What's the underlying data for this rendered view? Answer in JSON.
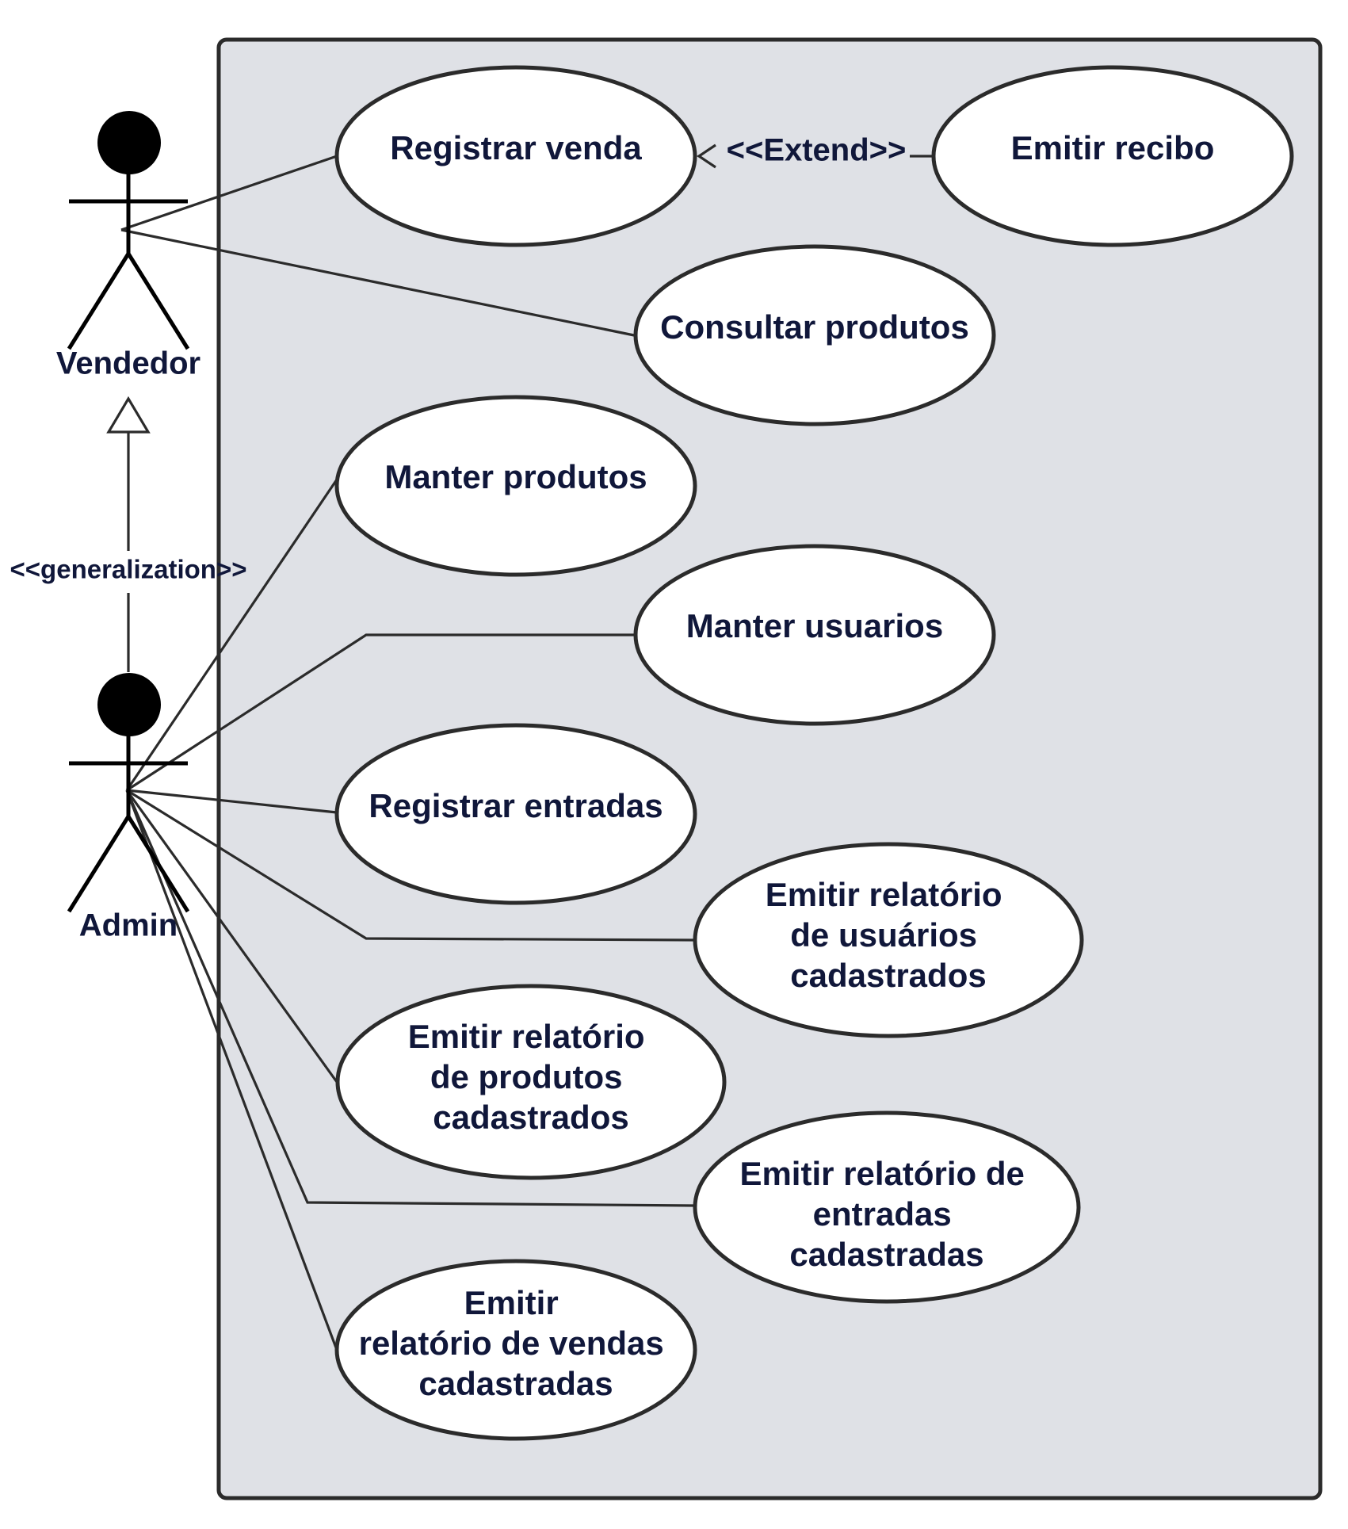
{
  "actors": {
    "vendedor": {
      "name": "Vendedor"
    },
    "admin": {
      "name": "Admin"
    }
  },
  "relations": {
    "generalization": "<<generalization>>",
    "extend": "<<Extend>>"
  },
  "use_cases": {
    "registrar_venda": {
      "lines": [
        "Registrar venda"
      ]
    },
    "emitir_recibo": {
      "lines": [
        "Emitir recibo"
      ]
    },
    "consultar_produtos": {
      "lines": [
        "Consultar produtos"
      ]
    },
    "manter_produtos": {
      "lines": [
        "Manter produtos"
      ]
    },
    "manter_usuarios": {
      "lines": [
        "Manter usuarios"
      ]
    },
    "registrar_entradas": {
      "lines": [
        "Registrar entradas"
      ]
    },
    "relatorio_usuarios": {
      "lines": [
        "Emitir relatório",
        "de usuários",
        "cadastrados"
      ]
    },
    "relatorio_produtos": {
      "lines": [
        "Emitir relatório",
        "de produtos",
        "cadastrados"
      ]
    },
    "relatorio_entradas": {
      "lines": [
        "Emitir relatório de",
        "entradas",
        "cadastradas"
      ]
    },
    "relatorio_vendas": {
      "lines": [
        "Emitir",
        "relatório de vendas",
        "cadastradas"
      ]
    }
  }
}
